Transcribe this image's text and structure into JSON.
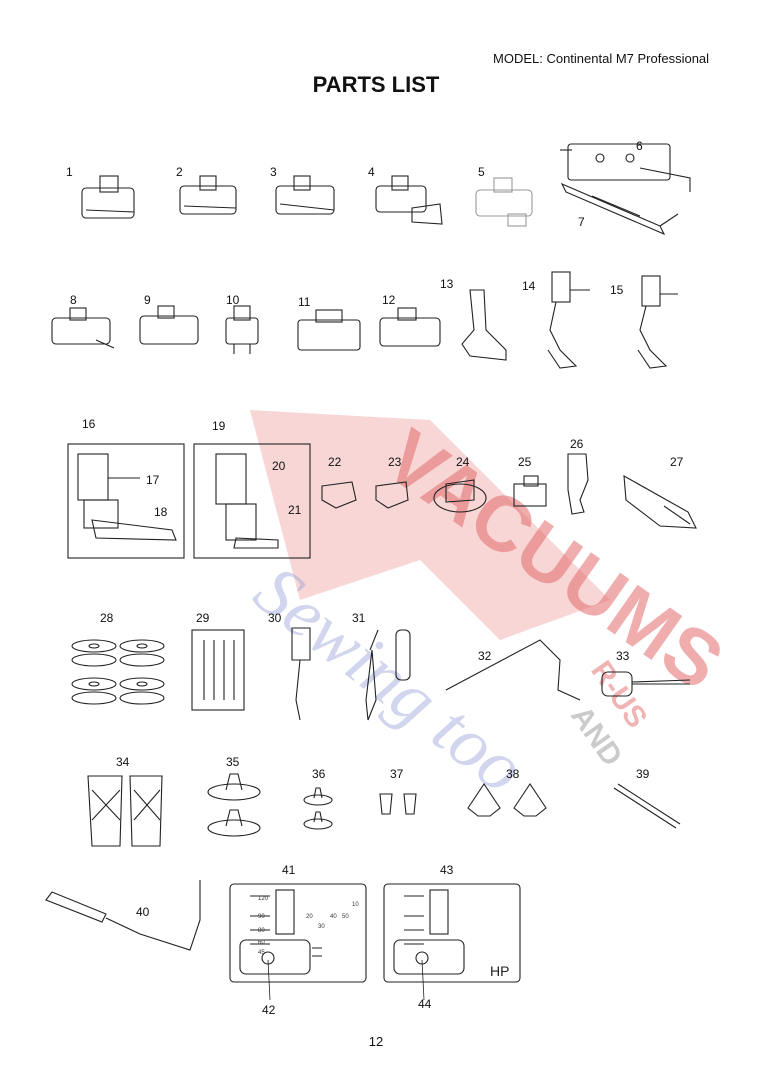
{
  "header": {
    "model": "MODEL: Continental M7 Professional",
    "title": "PARTS LIST"
  },
  "parts": [
    "1",
    "2",
    "3",
    "4",
    "5",
    "6",
    "7",
    "8",
    "9",
    "10",
    "11",
    "12",
    "13",
    "14",
    "15",
    "16",
    "17",
    "18",
    "19",
    "20",
    "21",
    "22",
    "23",
    "24",
    "25",
    "26",
    "27",
    "28",
    "29",
    "30",
    "31",
    "32",
    "33",
    "34",
    "35",
    "36",
    "37",
    "38",
    "39",
    "40",
    "41",
    "42",
    "43",
    "44"
  ],
  "plate_labels": {
    "hp": "HP",
    "scale_left": [
      "120",
      "90",
      "80",
      "60",
      "45"
    ],
    "scale_right": [
      "20",
      "30",
      "40",
      "50",
      "10"
    ]
  },
  "watermark": {
    "brand": "VACUUMS",
    "line2": "Sewing too",
    "tag1": "R-US",
    "tag2": "AND"
  },
  "footer": {
    "page_number": "12"
  }
}
